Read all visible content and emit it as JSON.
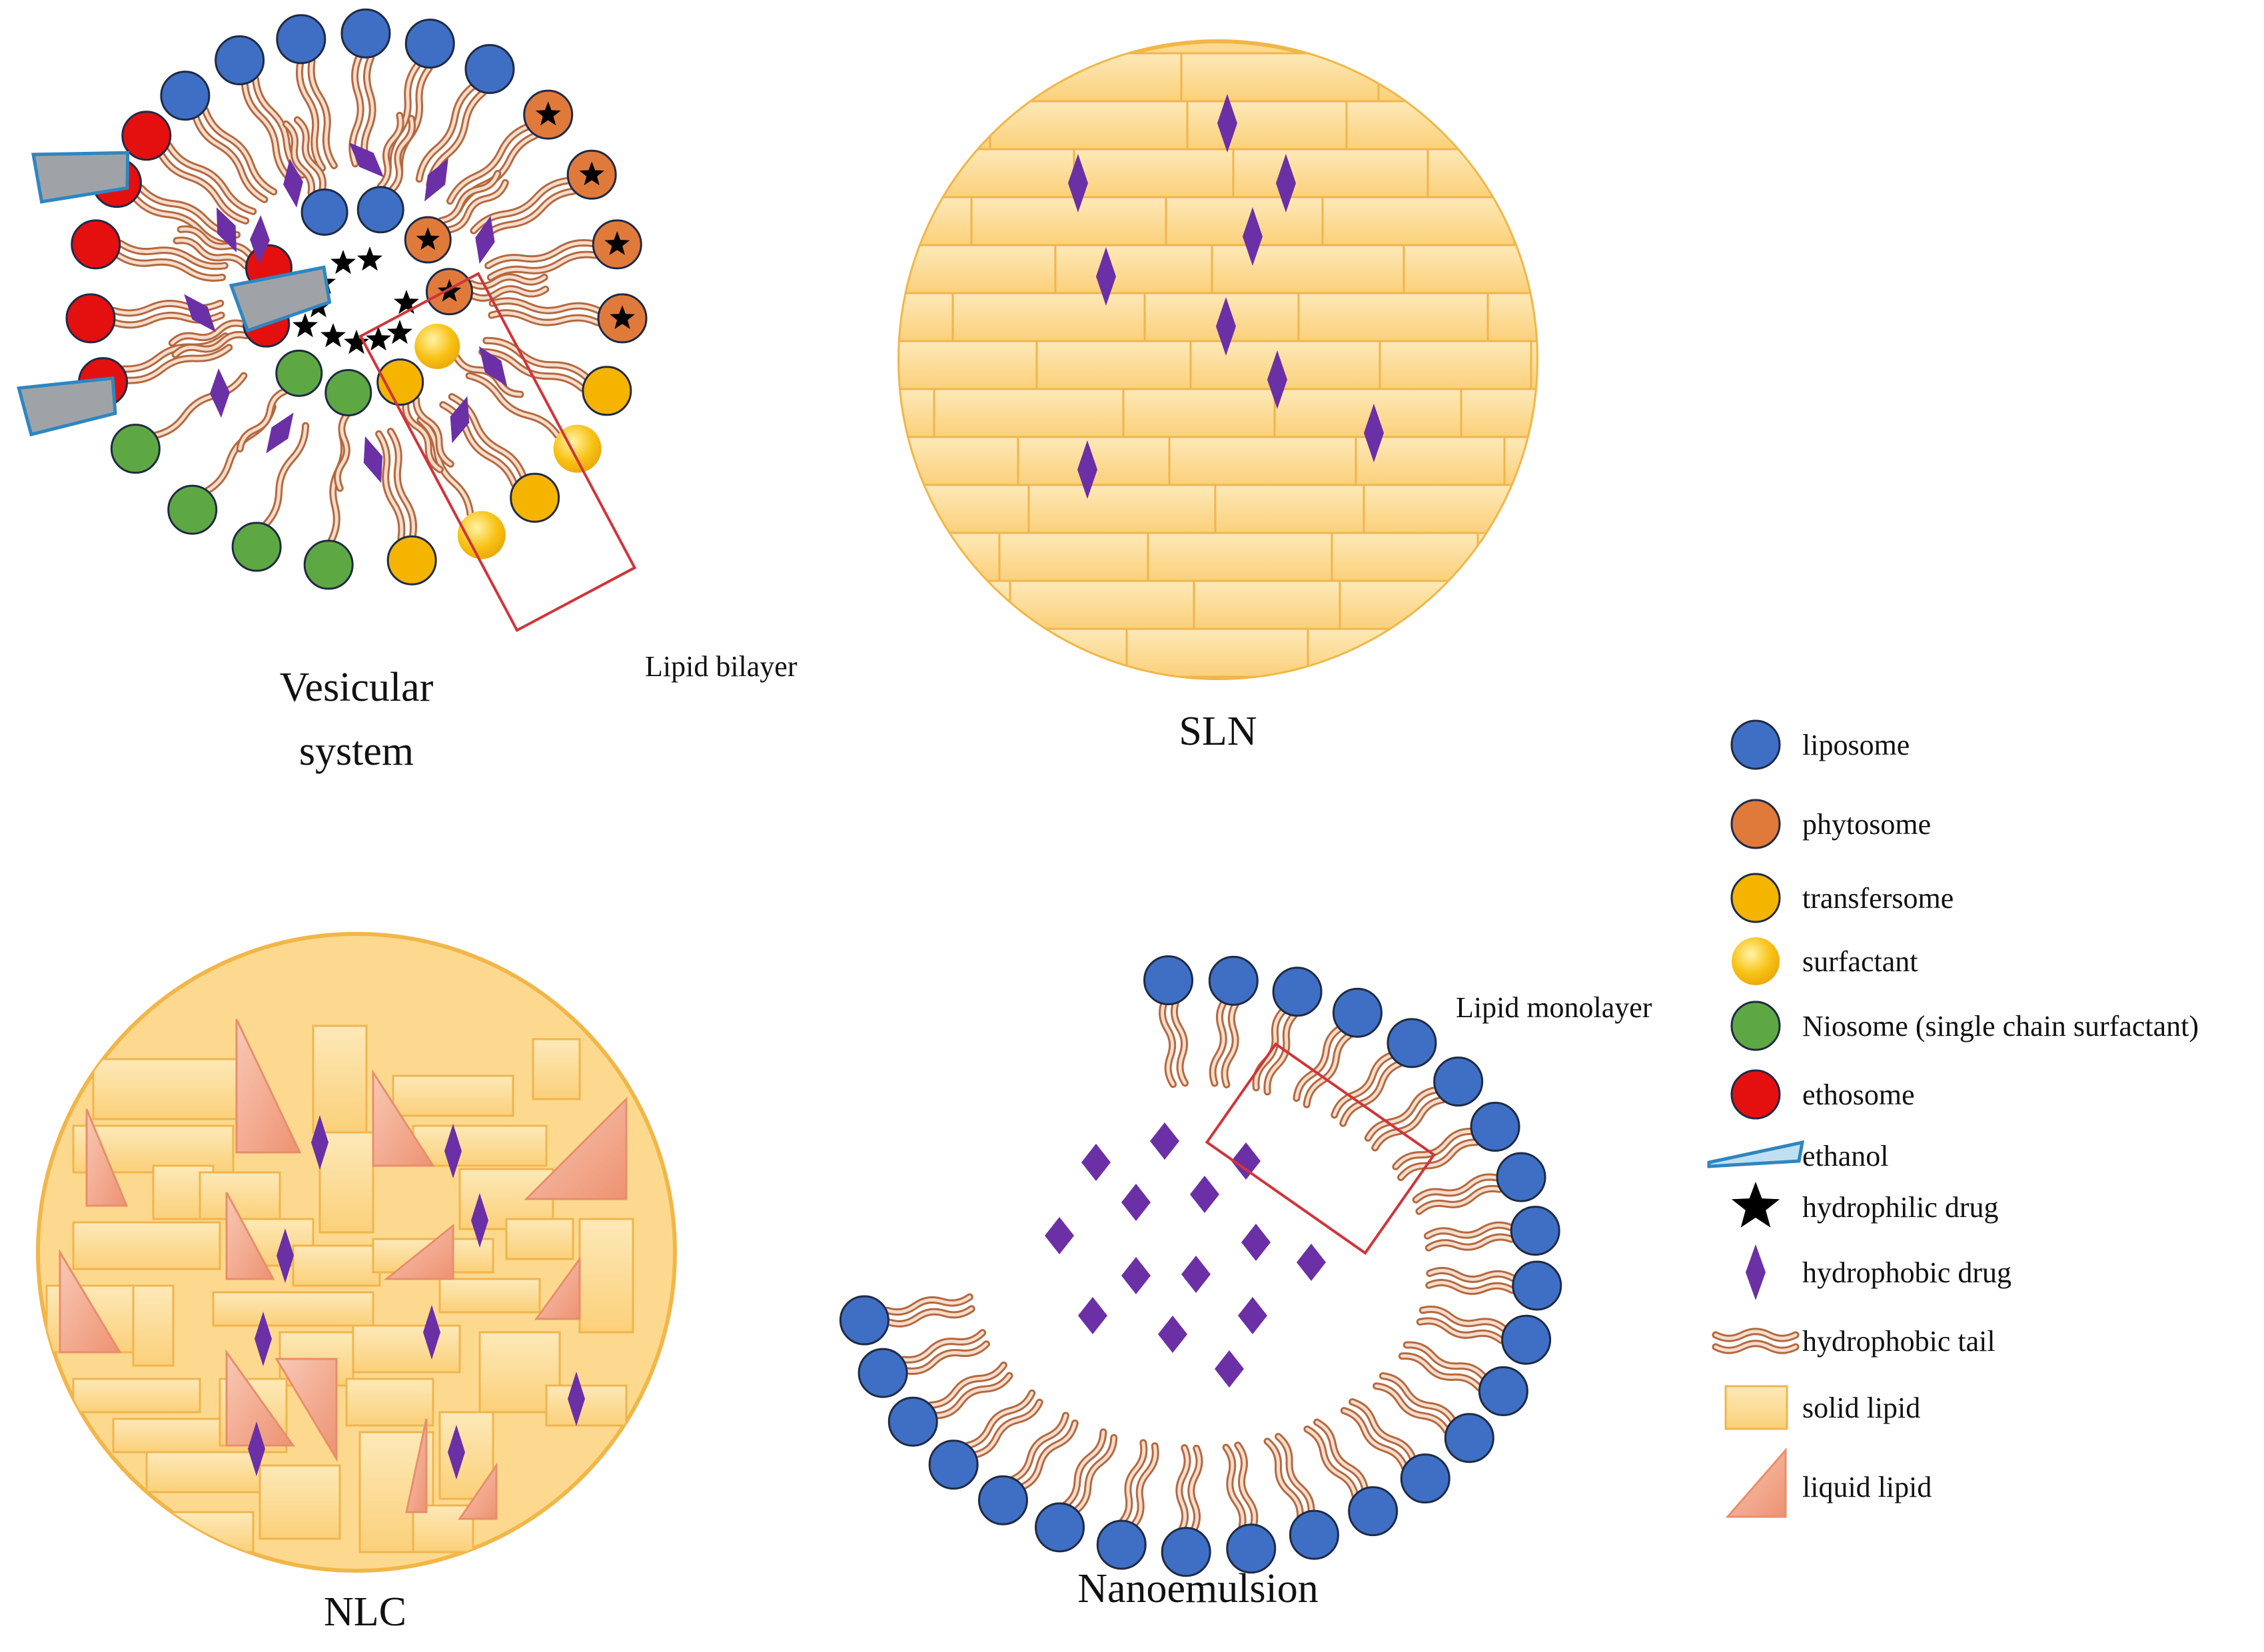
{
  "colors": {
    "liposome": "#3e6fc4",
    "phytosome": "#e07a3b",
    "transfersome": "#f4b400",
    "surfactant": "#f9c51e",
    "niosome": "#5ea843",
    "ethosome": "#e3100f",
    "ethanol": "#9fa3a8",
    "drug_hydrophilic": "#000000",
    "drug_hydrophobic": "#6b2fa6",
    "tail": "#d79c78",
    "solid_lipid": "#fbd88f",
    "solid_lipid_border": "#f2b648",
    "liquid_lipid": "#f1a58a",
    "callout_box": "#d0343a"
  },
  "panels": {
    "vesicular": {
      "title_line1": "Vesicular",
      "title_line2": "system",
      "callout": "Lipid bilayer"
    },
    "sln": {
      "title": "SLN"
    },
    "nlc": {
      "title": "NLC"
    },
    "nanoemulsion": {
      "title": "Nanoemulsion",
      "callout": "Lipid monolayer"
    }
  },
  "legend": [
    {
      "key": "liposome",
      "icon": "blue-circle-icon",
      "label": "liposome"
    },
    {
      "key": "phytosome",
      "icon": "orange-circle-icon",
      "label": "phytosome"
    },
    {
      "key": "transfersome",
      "icon": "yellow-circle-icon",
      "label": "transfersome"
    },
    {
      "key": "surfactant",
      "icon": "surfactant-sphere-icon",
      "label": "surfactant"
    },
    {
      "key": "niosome",
      "icon": "green-circle-icon",
      "label": "Niosome (single chain surfactant)"
    },
    {
      "key": "ethosome",
      "icon": "red-circle-icon",
      "label": "ethosome"
    },
    {
      "key": "ethanol",
      "icon": "ethanol-wedge-icon",
      "label": "ethanol"
    },
    {
      "key": "hydrophilic",
      "icon": "star-icon",
      "label": "hydrophilic drug"
    },
    {
      "key": "hydrophobic",
      "icon": "diamond-icon",
      "label": "hydrophobic drug"
    },
    {
      "key": "tail",
      "icon": "tail-icon",
      "label": "hydrophobic tail"
    },
    {
      "key": "solid",
      "icon": "solid-lipid-icon",
      "label": "solid lipid"
    },
    {
      "key": "liquid",
      "icon": "triangle-icon",
      "label": "liquid lipid"
    }
  ]
}
